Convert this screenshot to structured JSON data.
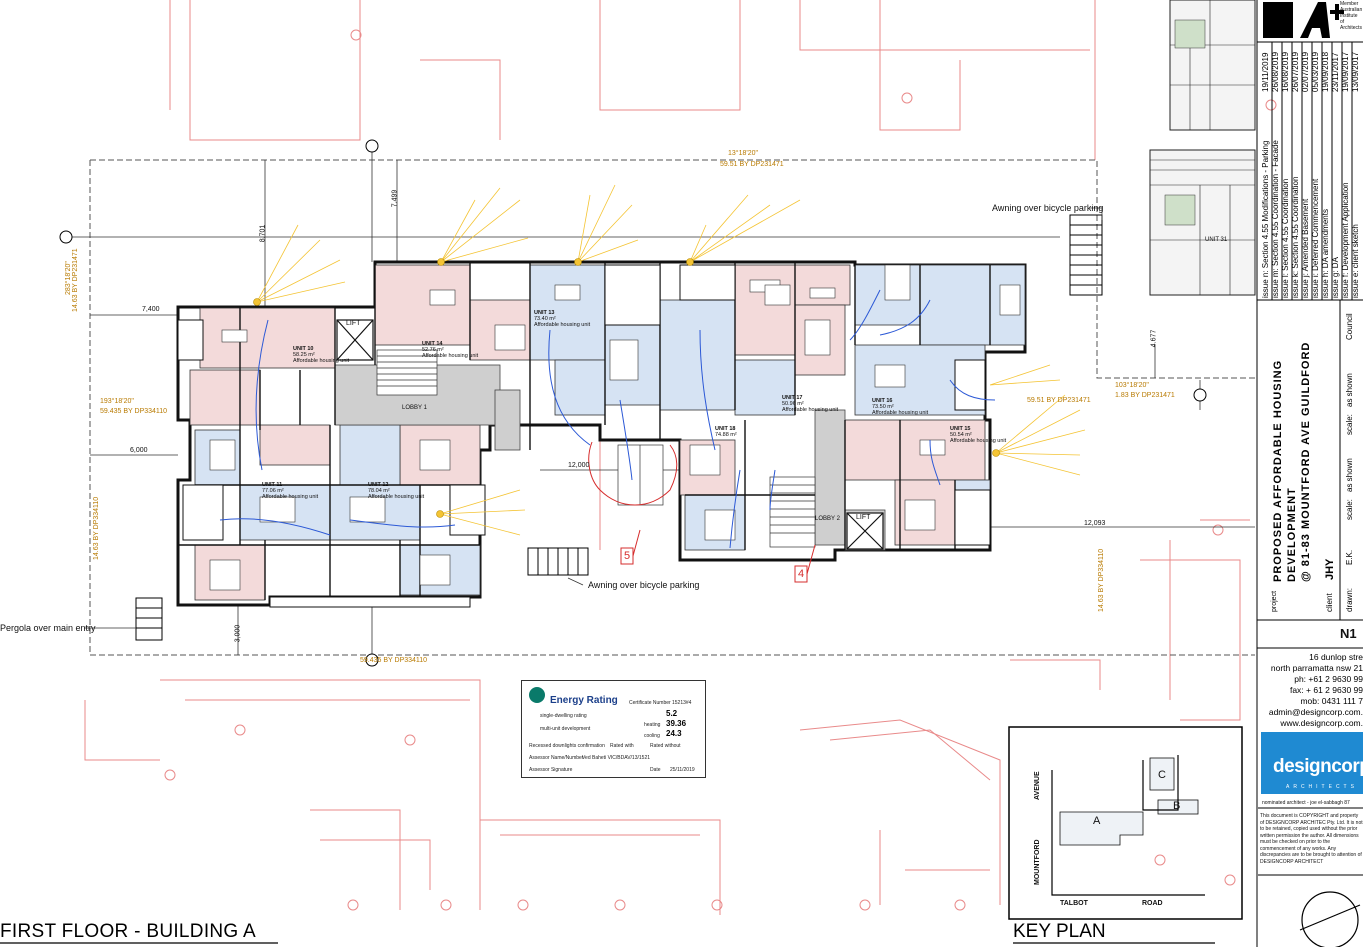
{
  "drawing": {
    "main_title": "FIRST FLOOR - BUILDING A",
    "key_plan_title": "KEY PLAN",
    "labels": {
      "awning_top": "Awning over bicycle parking",
      "awning_bottom": "Awning over bicycle parking",
      "pergola": "Pergola over main entry",
      "lobby1": "LOBBY 1",
      "lobby2": "LOBBY 2",
      "lift1": "LIFT",
      "lift2": "LIFT",
      "dim_7400": "7,400",
      "dim_6000": "6,000",
      "dim_12000": "12,000",
      "dim_12093": "12,093",
      "dim_3000": "3,000",
      "dim_8701": "8.701",
      "dim_7499": "7.499",
      "dim_4677": "4.677",
      "boundary_top": "59.51 BY DP231471",
      "boundary_top_bearing": "13°18'20\"",
      "boundary_bottom": "59.435 BY DP334110",
      "boundary_left_mid": "59.435 BY DP334110",
      "boundary_left_bearing": "193°18'20\"",
      "boundary_right": "59.51 BY DP231471",
      "boundary_right2": "1.83 BY DP231471",
      "boundary_right_bearing": "103°18'20\"",
      "left_top_v": "14.63 BY DP231471",
      "left_top_bearing": "283°18'20\"",
      "left_bottom_v": "14.63 BY DP334110",
      "right_bottom_v": "14.63 BY DP334110",
      "tag5": "5",
      "tag4": "4",
      "unit31": "UNIT 31"
    },
    "units": [
      {
        "name": "UNIT 10",
        "area": "58.25 m²",
        "note": "Affordable housing unit"
      },
      {
        "name": "UNIT 11",
        "area": "77.06 m²",
        "note": "Affordable housing unit"
      },
      {
        "name": "UNIT 12",
        "area": "78.04 m²",
        "note": "Affordable housing unit"
      },
      {
        "name": "UNIT 13",
        "area": "73.40 m²",
        "note": "Affordable housing unit"
      },
      {
        "name": "UNIT 14",
        "area": "52.76 m²",
        "note": "Affordable housing unit"
      },
      {
        "name": "UNIT 15",
        "area": "50.54 m²",
        "note": "Affordable housing unit"
      },
      {
        "name": "UNIT 16",
        "area": "73.50 m²",
        "note": "Affordable housing unit"
      },
      {
        "name": "UNIT 17",
        "area": "50.96 m²",
        "note": "Affordable housing unit"
      },
      {
        "name": "UNIT 18",
        "area": "74.88 m²",
        "note": ""
      }
    ],
    "energy_rating": {
      "title": "Energy Rating",
      "cert_label": "Certificate Number",
      "cert_number": "15213#4",
      "single": "single-dwelling rating",
      "multi": "multi-unit development",
      "heating_label": "heating",
      "heating": "39.36",
      "cooling_label": "cooling",
      "cooling": "24.3",
      "stars": "5.2",
      "assessor_label": "Assessor Name/Number",
      "assessor": "Ved Baheti VIC/BDAV/13/1521",
      "signature_label": "Assessor Signature",
      "date_label": "Date",
      "date": "25/11/2019",
      "downlight": "Recessed downlights confirmation",
      "rated_with": "Rated with",
      "rated_without": "Rated without"
    },
    "key_plan": {
      "block_a": "A",
      "block_b": "B",
      "block_c": "C",
      "avenue": "AVENUE",
      "mountford": "MOUNTFORD",
      "talbot": "TALBOT",
      "road": "ROAD"
    }
  },
  "title_block": {
    "aia": "Member Australian Institute of Architects",
    "issues": [
      {
        "code": "issue n:",
        "desc": "Section 4.55 Modifications - Parking",
        "date": "19/11/2019"
      },
      {
        "code": "issue m:",
        "desc": "Section 4.55 Coordination - Facade",
        "date": "26/08/2019"
      },
      {
        "code": "issue l:",
        "desc": "Section 4.55 Coordination",
        "date": "16/08/2019"
      },
      {
        "code": "issue k:",
        "desc": "Section 4.55 Coordination",
        "date": "26/07/2019"
      },
      {
        "code": "issue j:",
        "desc": "Amended Basement",
        "date": "02/07/2019"
      },
      {
        "code": "issue i:",
        "desc": "Deferred Commencement",
        "date": "05/03/2019"
      },
      {
        "code": "issue h:",
        "desc": "DA amendments",
        "date": "19/09/2018"
      },
      {
        "code": "issue g:",
        "desc": "DA",
        "date": "23/11/2017"
      },
      {
        "code": "issue f:",
        "desc": "Development Application",
        "date": "19/09/2017"
      },
      {
        "code": "issue e:",
        "desc": "client sketch",
        "date": "13/09/2017"
      }
    ],
    "project_label": "project",
    "project_line1": "PROPOSED AFFORDABLE HOUSING",
    "project_line2": "DEVELOPMENT",
    "project_line3": "@ 81-83 MOUNTFORD AVE GUILDFORD",
    "client_label": "client",
    "client": "JHY",
    "drawn_label": "drawn:",
    "drawn": "E.K.",
    "scale_label": "scale:",
    "scale": "as shown",
    "scale2_label": "scale:",
    "scale2": "as shown",
    "council": "Council",
    "sheet_no": "N1",
    "address1": "16 dunlop stre",
    "address2": "north parramatta nsw 21",
    "phone": "ph: +61 2 9630 99",
    "fax": "fax: + 61 2 9630 99",
    "mob": "mob: 0431 111 7",
    "email": "admin@designcorp.com.",
    "web": "www.designcorp.com.",
    "firm": "designcorp",
    "firm_sub": "ARCHITECTS",
    "nominated": "nominated architect - joe el-sabbagh 87",
    "copyright": "This document is COPYRIGHT and property of DESIGNCORP ARCHITEC Pty. Ltd. It is not to be retained, copied used without the prior written permission the author. All dimensions must be checked on prior to the commencement of any works. Any discrepancies are to be brought to attention of DESIGNCORP ARCHITECT"
  }
}
